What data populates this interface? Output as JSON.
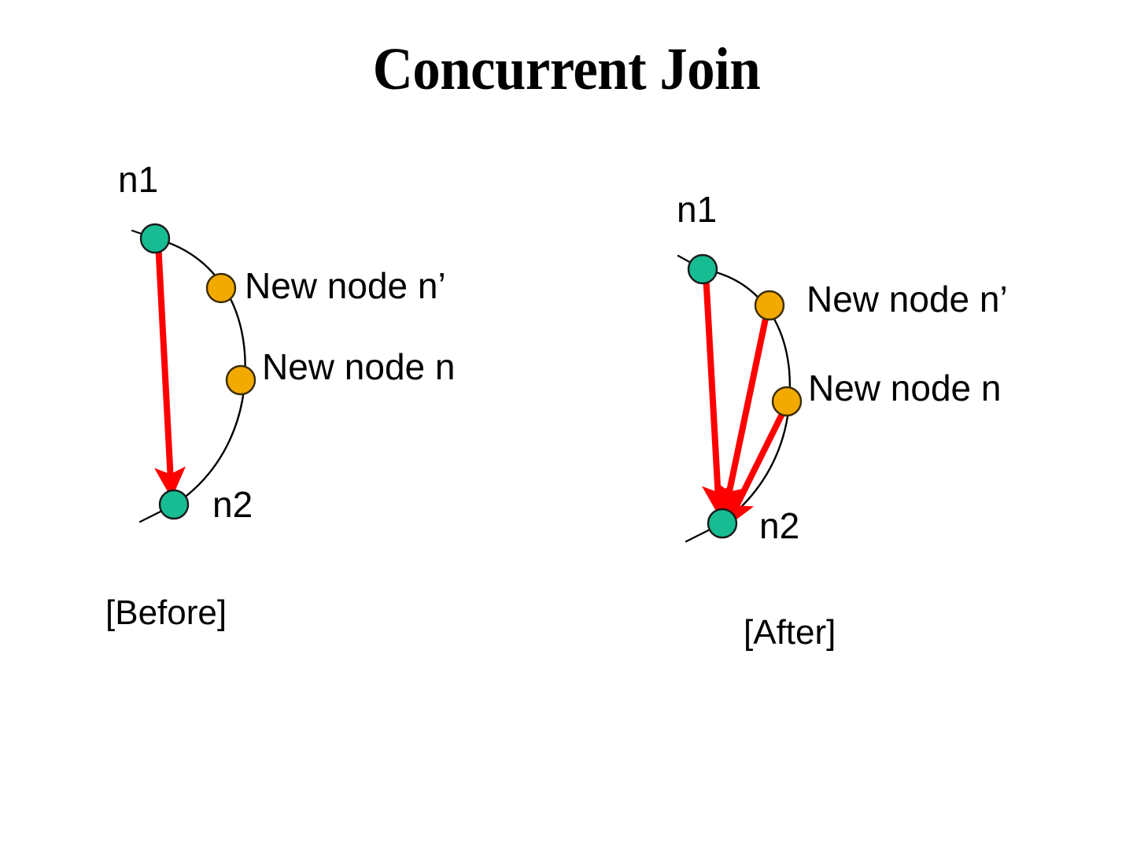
{
  "slide": {
    "title": "Concurrent Join",
    "background_color": "#ffffff"
  },
  "palette": {
    "existing_node_fill": "#17bc92",
    "new_node_fill": "#f2a900",
    "node_stroke": "#1a1a1a",
    "ring_stroke": "#000000",
    "pointer_arrow": "#ff0000",
    "text": "#000000"
  },
  "figures": [
    {
      "id": "before",
      "caption": "[Before]",
      "nodes": [
        {
          "id": "n1",
          "label": "n1",
          "type": "existing",
          "fill": "#17bc92"
        },
        {
          "id": "nprime",
          "label": "New node n’",
          "type": "new",
          "fill": "#f2a900"
        },
        {
          "id": "n",
          "label": "New node n",
          "type": "new",
          "fill": "#f2a900"
        },
        {
          "id": "n2",
          "label": "n2",
          "type": "existing",
          "fill": "#17bc92"
        }
      ],
      "pointers": [
        {
          "from": "n1",
          "to": "n2",
          "color": "#ff0000"
        }
      ]
    },
    {
      "id": "after",
      "caption": "[After]",
      "nodes": [
        {
          "id": "n1",
          "label": "n1",
          "type": "existing",
          "fill": "#17bc92"
        },
        {
          "id": "nprime",
          "label": "New node n’",
          "type": "new",
          "fill": "#f2a900"
        },
        {
          "id": "n",
          "label": "New node n",
          "type": "new",
          "fill": "#f2a900"
        },
        {
          "id": "n2",
          "label": "n2",
          "type": "existing",
          "fill": "#17bc92"
        }
      ],
      "pointers": [
        {
          "from": "n1",
          "to": "n2",
          "color": "#ff0000"
        },
        {
          "from": "nprime",
          "to": "n2",
          "color": "#ff0000"
        },
        {
          "from": "n",
          "to": "n2",
          "color": "#ff0000"
        }
      ]
    }
  ]
}
